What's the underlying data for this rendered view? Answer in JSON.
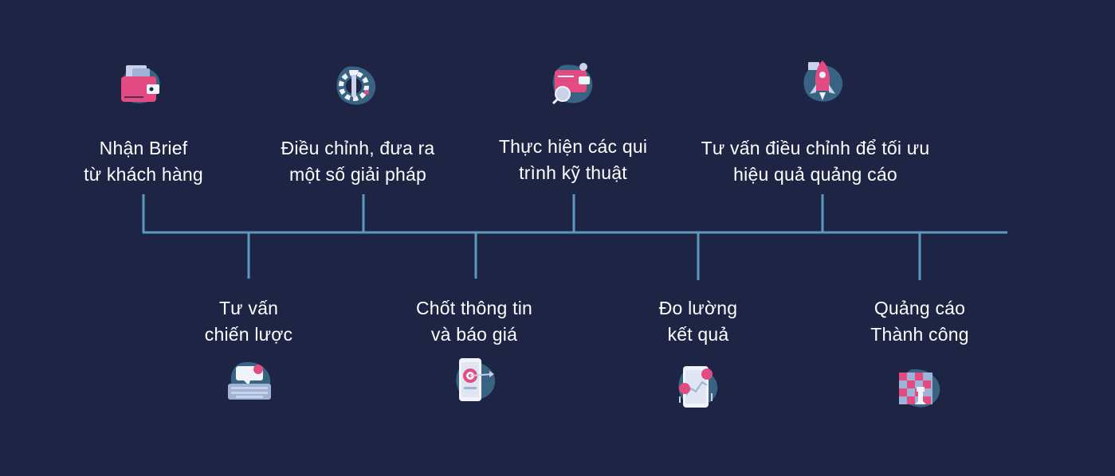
{
  "steps": [
    {
      "id": "brief",
      "position": "top",
      "lines": [
        "Nhận Brief",
        "từ khách hàng"
      ],
      "icon": "wallet-icon"
    },
    {
      "id": "strategy",
      "position": "bottom",
      "lines": [
        "Tư vấn",
        "chiến lược"
      ],
      "icon": "keyboard-chat-icon"
    },
    {
      "id": "adjust",
      "position": "top",
      "lines": [
        "Điều chỉnh, đưa ra",
        "một số  giải pháp"
      ],
      "icon": "gear-wrench-icon"
    },
    {
      "id": "quote",
      "position": "bottom",
      "lines": [
        "Chốt thông tin",
        "và báo giá"
      ],
      "icon": "phone-target-icon"
    },
    {
      "id": "technical",
      "position": "top",
      "lines": [
        "Thực hiện các qui",
        "trình kỹ thuật"
      ],
      "icon": "wallet-search-icon"
    },
    {
      "id": "measure",
      "position": "bottom",
      "lines": [
        "Đo lường",
        "kết quả"
      ],
      "icon": "phone-money-icon"
    },
    {
      "id": "optimize",
      "position": "top",
      "lines": [
        "Tư vấn điều chỉnh để tối ưu",
        "hiệu quả quảng cáo"
      ],
      "icon": "rocket-icon"
    },
    {
      "id": "success",
      "position": "bottom",
      "lines": [
        "Quảng cáo",
        "Thành công"
      ],
      "icon": "chess-board-icon"
    }
  ],
  "colors": {
    "background": "#1e2444",
    "timeline": "#5b9ac0",
    "text": "#ffffff",
    "accent_pink": "#e24c83",
    "accent_teal": "#3d6f8e"
  }
}
